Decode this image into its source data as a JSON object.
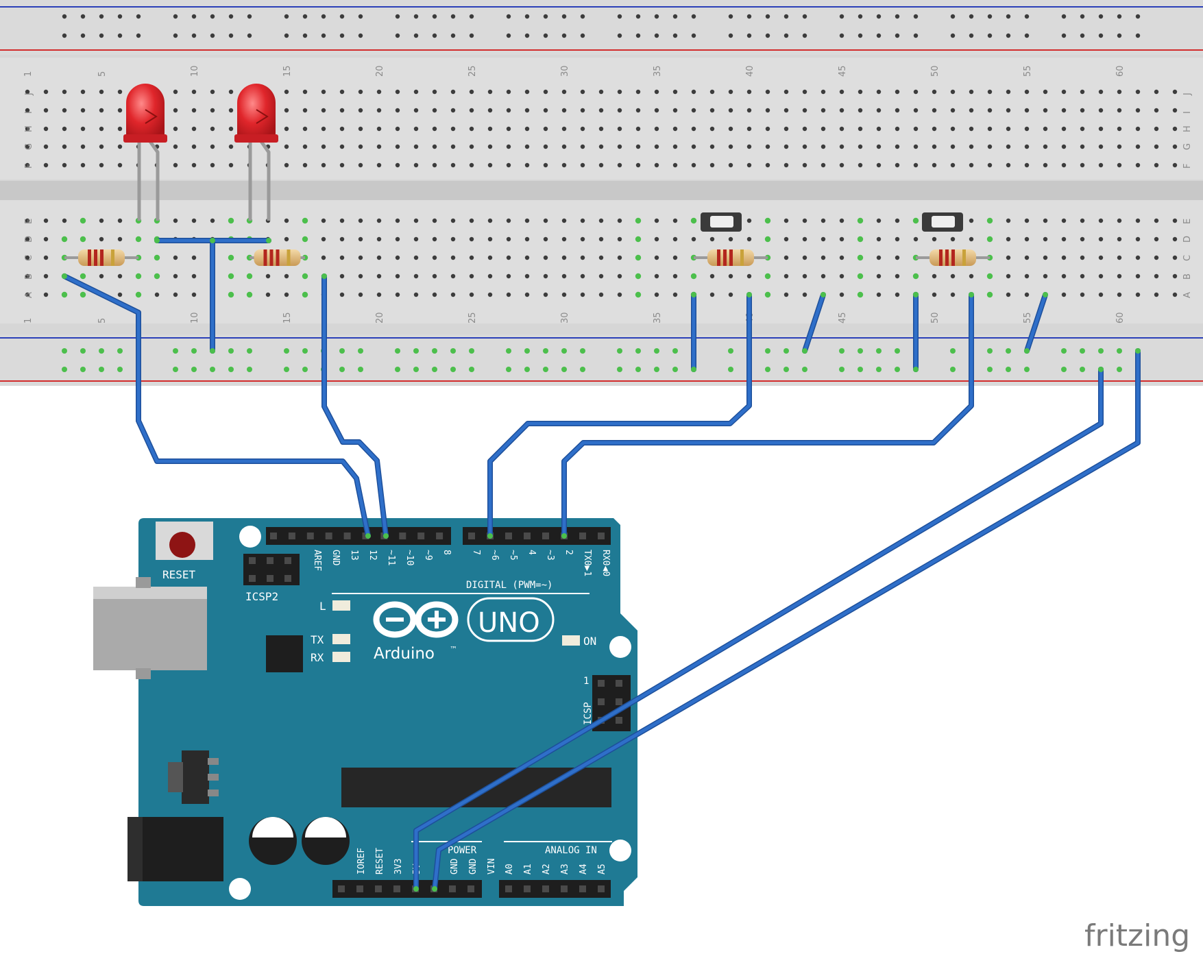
{
  "breadboard": {
    "column_numbers": [
      "1",
      "5",
      "10",
      "15",
      "20",
      "25",
      "30",
      "35",
      "40",
      "45",
      "50",
      "55",
      "60"
    ],
    "row_letters_top": [
      "J",
      "I",
      "H",
      "G",
      "F"
    ],
    "row_letters_bottom": [
      "E",
      "D",
      "C",
      "B",
      "A"
    ]
  },
  "arduino": {
    "reset_label": "RESET",
    "icsp2_label": "ICSP2",
    "icsp_label": "ICSP",
    "icsp_pin1": "1",
    "digital_pins": [
      "AREF",
      "GND",
      "13",
      "12",
      "~11",
      "~10",
      "~9",
      "8",
      "7",
      "~6",
      "~5",
      "4",
      "~3",
      "2",
      "TX0▶1",
      "RX0◀0"
    ],
    "digital_label": "DIGITAL (PWM=~)",
    "led_l": "L",
    "led_tx": "TX",
    "led_rx": "RX",
    "led_on": "ON",
    "logo_text": "Arduino",
    "logo_tm": "™",
    "model": "UNO",
    "power_label": "POWER",
    "power_pins": [
      "IOREF",
      "RESET",
      "3V3",
      "5V",
      "GND",
      "GND",
      "VIN"
    ],
    "analog_label": "ANALOG IN",
    "analog_pins": [
      "A0",
      "A1",
      "A2",
      "A3",
      "A4",
      "A5"
    ]
  },
  "watermark": "fritzing",
  "colors": {
    "board": "#1f7a94",
    "wire": "#2f6fc9",
    "led": "#e0262b",
    "breadboard": "#d9d9d9",
    "hole": "#3c3c3c",
    "active_hole": "#4cbf4c",
    "rail_red": "#d22c2c",
    "rail_blue": "#2b3fb8"
  }
}
